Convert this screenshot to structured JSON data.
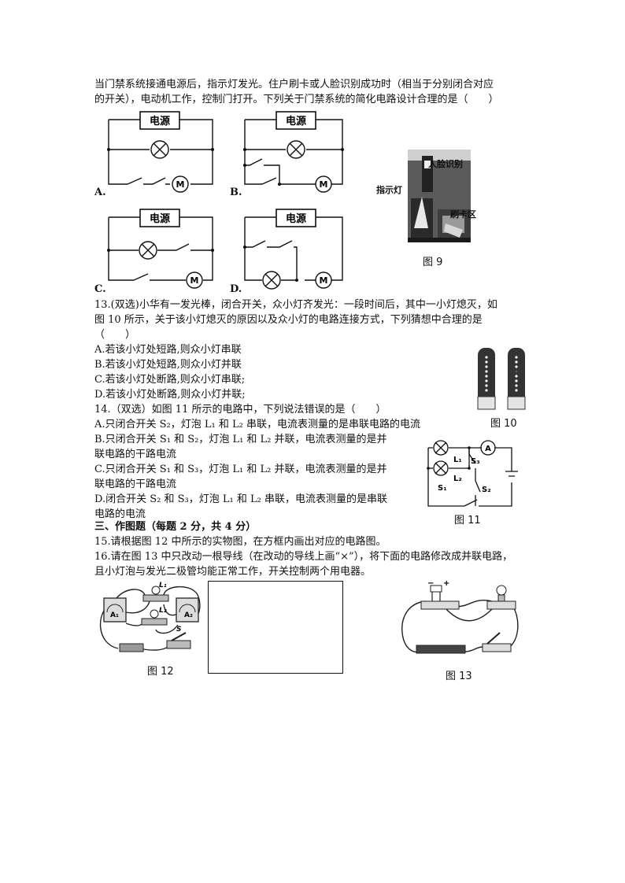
{
  "q12": {
    "line1": "当门禁系统接通电源后，指示灯发光。住户刷卡或人脸识别成功时（相当于分别闭合对应",
    "line2": "的开关），电动机工作，控制门打开。下列关于门禁系统的简化电路设计合理的是（　　）",
    "power_label": "电源",
    "motor_symbol": "M",
    "option_a": "A.",
    "option_b": "B.",
    "option_c": "C.",
    "option_d": "D.",
    "fig9": {
      "face_label": "人脸识别",
      "lamp_label": "指示灯",
      "card_label": "刷卡区",
      "caption": "图 9"
    }
  },
  "q13": {
    "stem1": "13.(双选)小华有一发光棒，闭合开关，众小灯齐发光：一段时间后，其中一小灯熄灭，如",
    "stem2": "图 10 所示，关于该小灯熄灭的原因以及众小灯的电路连接方式，下列猜想中合理的是",
    "blank": "（　　）",
    "options": [
      "A.若该小灯处短路,则众小灯串联",
      "B.若该小灯处短路,则众小灯并联",
      "C.若该小灯处断路,则众小灯串联;",
      "D.若该小灯处断路,则众小灯并联;"
    ],
    "fig10_caption": "图 10"
  },
  "q14": {
    "stem": "14.（双选）如图 11 所示的电路中，下列说法错误的是（　　）",
    "lines": [
      "A.只闭合开关 S₂，灯泡 L₁ 和 L₂ 串联，电流表测量的是串联电路的电流",
      "B.只闭合开关 S₁ 和 S₂，灯泡 L₁ 和 L₂ 并联，电流表测量的是并",
      "联电路的干路电流",
      "C.只闭合开关 S₁ 和 S₃，灯泡 L₁ 和 L₂ 并联，电流表测量的是并",
      "联电路的干路电流",
      "D.闭合开关 S₂ 和 S₃，灯泡 L₁ 和 L₂ 串联，电流表测量的是串联",
      "电路的电流"
    ],
    "fig11": {
      "L1": "L₁",
      "L2": "L₂",
      "S1": "S₁",
      "S2": "S₂",
      "S3": "S₃",
      "A": "A",
      "caption": "图 11"
    }
  },
  "section3": {
    "heading": "三、作图题（每题 2 分，共 4 分）",
    "q15": "15.请根据图 12 中所示的实物图，在方框内画出对应的电路图。",
    "q16_line1": "16.请在图 13 中只改动一根导线（在改动的导线上画“×”），将下面的电路修改成并联电路，",
    "q16_line2": "且小灯泡与发光二极管均能正常工作，开关控制两个用电器。",
    "fig12": {
      "L1": "L₁",
      "L2": "L₂",
      "A1": "A₁",
      "A2": "A₂",
      "S": "S",
      "caption": "图 12"
    },
    "fig13": {
      "minus": "−",
      "plus": "+",
      "caption": "图 13"
    }
  }
}
